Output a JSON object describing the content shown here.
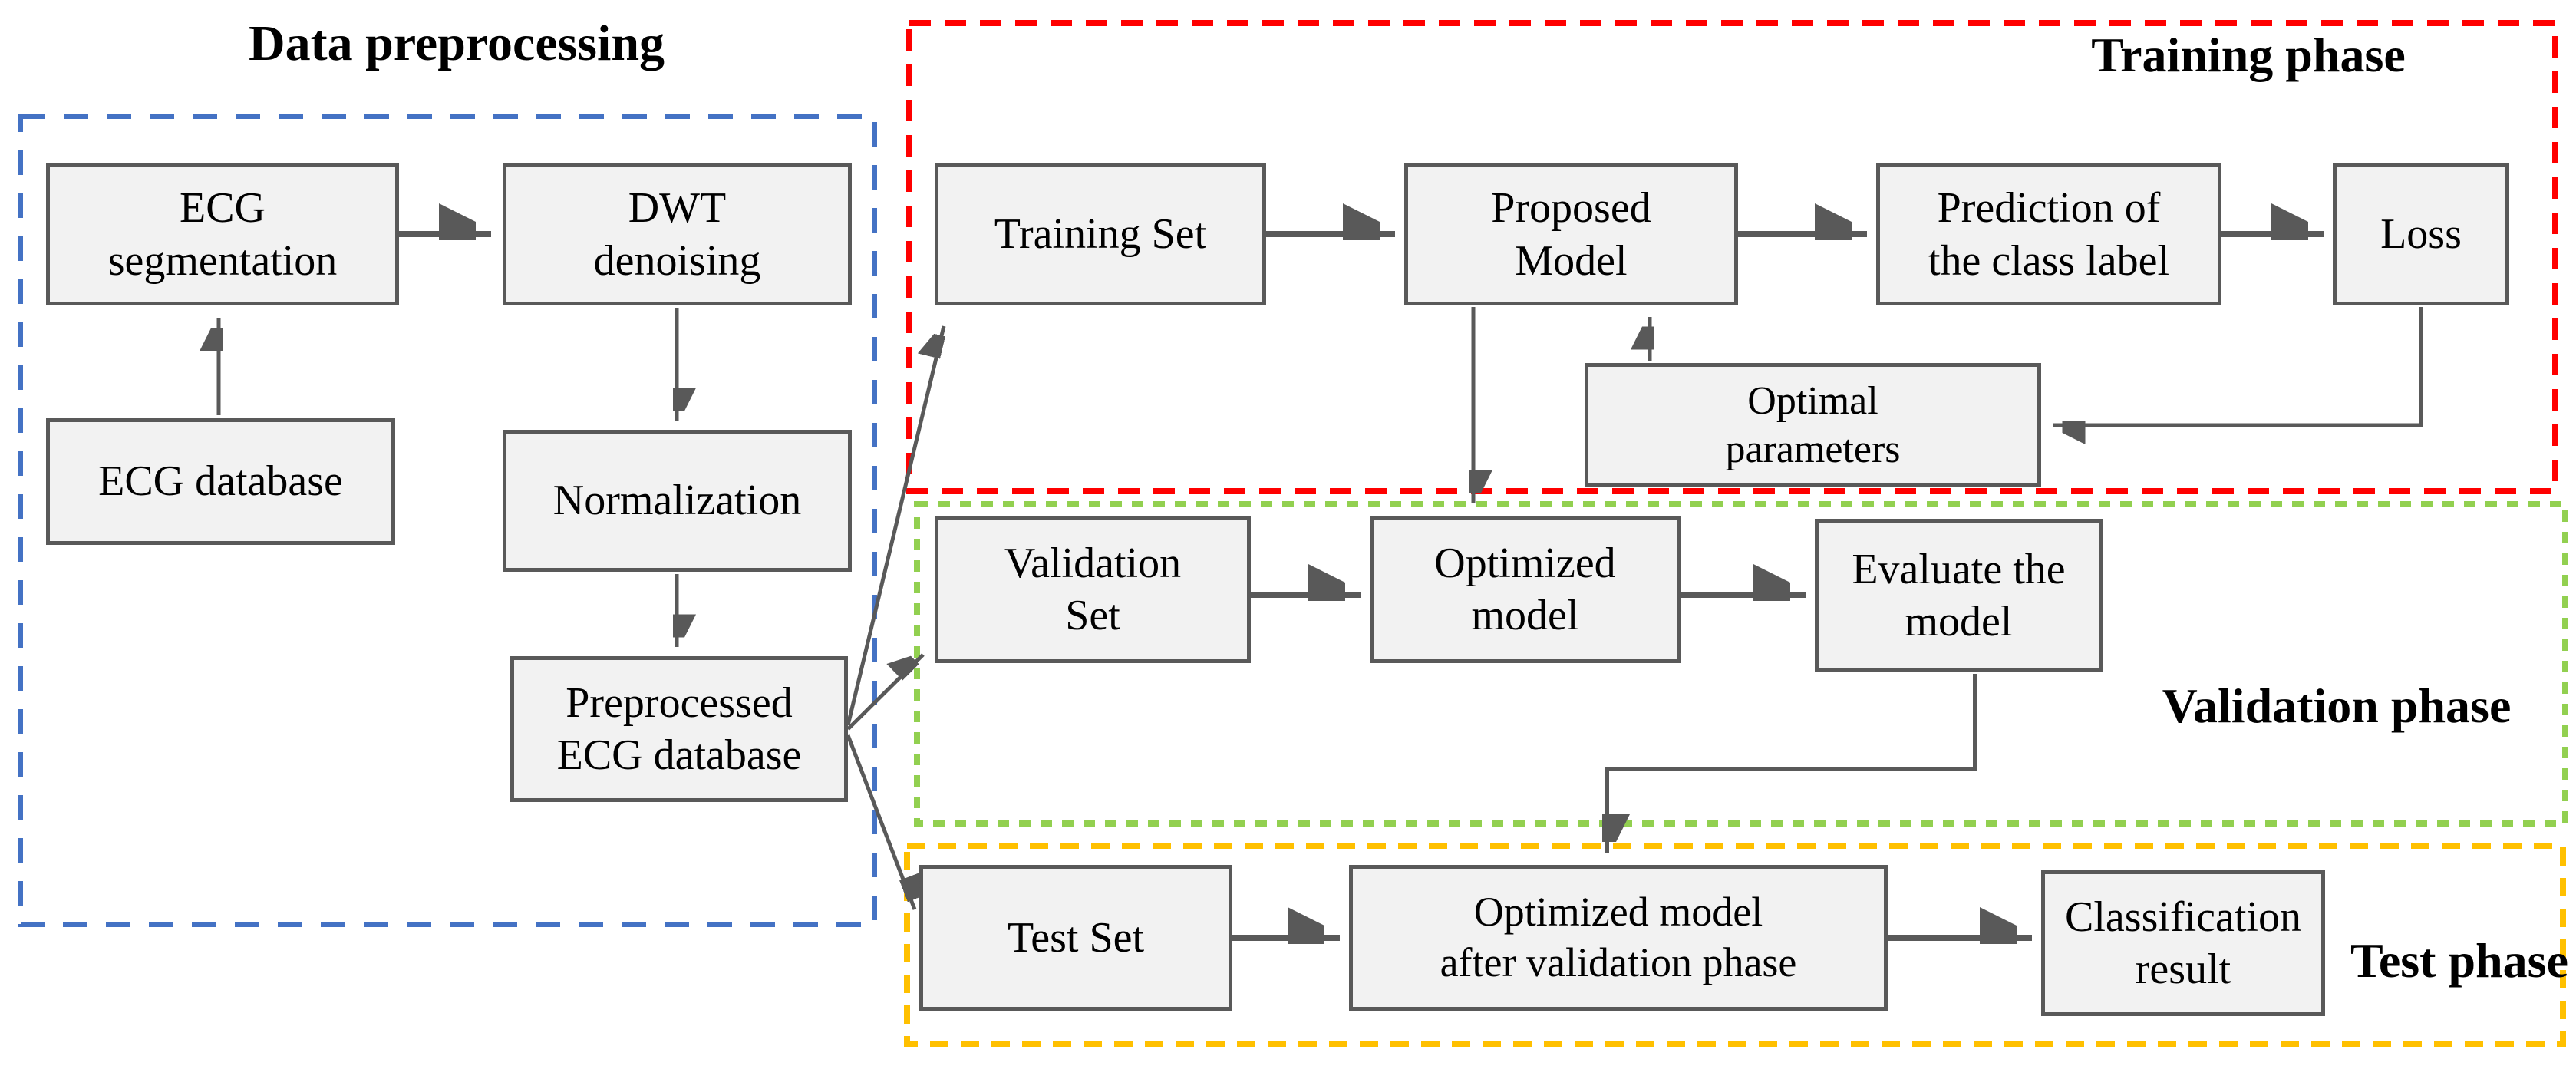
{
  "diagram": {
    "title": "Data preprocessing",
    "groups": [
      {
        "id": "preprocessing",
        "label": "Data preprocessing",
        "border_color": "#4472c4",
        "style": "dashed"
      },
      {
        "id": "training",
        "label": "Training phase",
        "border_color": "#ff0000",
        "style": "dashed"
      },
      {
        "id": "validation",
        "label": "Validation phase",
        "border_color": "#92d050",
        "style": "dashed"
      },
      {
        "id": "test",
        "label": "Test phase",
        "border_color": "#ffc000",
        "style": "dashed"
      }
    ],
    "node_fill": "#f2f2f2",
    "node_border_color": "#595959",
    "arrow_color": "#595959",
    "text_color": "#000000",
    "nodes": [
      {
        "id": "ecg-segmentation",
        "group": "preprocessing",
        "label": "ECG segmentation",
        "lines": [
          "ECG",
          "segmentation"
        ]
      },
      {
        "id": "dwt-denoising",
        "group": "preprocessing",
        "label": "DWT denoising",
        "lines": [
          "DWT",
          "denoising"
        ]
      },
      {
        "id": "ecg-database",
        "group": "preprocessing",
        "label": "ECG database",
        "lines": [
          "ECG database"
        ]
      },
      {
        "id": "normalization",
        "group": "preprocessing",
        "label": "Normalization",
        "lines": [
          "Normalization"
        ]
      },
      {
        "id": "preprocessed-ecg-database",
        "group": "preprocessing",
        "label": "Preprocessed ECG database",
        "lines": [
          "Preprocessed",
          "ECG database"
        ]
      },
      {
        "id": "training-set",
        "group": "training",
        "label": "Training Set",
        "lines": [
          "Training Set"
        ]
      },
      {
        "id": "proposed-model",
        "group": "training",
        "label": "Proposed Model",
        "lines": [
          "Proposed",
          "Model"
        ]
      },
      {
        "id": "prediction-class-label",
        "group": "training",
        "label": "Prediction of the class label",
        "lines": [
          "Prediction of",
          "the class label"
        ]
      },
      {
        "id": "loss",
        "group": "training",
        "label": "Loss",
        "lines": [
          "Loss"
        ]
      },
      {
        "id": "optimal-parameters",
        "group": "training",
        "label": "Optimal parameters",
        "lines": [
          "Optimal",
          "parameters"
        ]
      },
      {
        "id": "validation-set",
        "group": "validation",
        "label": "Validation Set",
        "lines": [
          "Validation",
          "Set"
        ]
      },
      {
        "id": "optimized-model",
        "group": "validation",
        "label": "Optimized model",
        "lines": [
          "Optimized",
          "model"
        ]
      },
      {
        "id": "evaluate-the-model",
        "group": "validation",
        "label": "Evaluate the model",
        "lines": [
          "Evaluate the",
          "model"
        ]
      },
      {
        "id": "test-set",
        "group": "test",
        "label": "Test Set",
        "lines": [
          "Test Set"
        ]
      },
      {
        "id": "optimized-model-after-validation",
        "group": "test",
        "label": "Optimized model after validation phase",
        "lines": [
          "Optimized model",
          "after validation phase"
        ]
      },
      {
        "id": "classification-result",
        "group": "test",
        "label": "Classification result",
        "lines": [
          "Classification",
          "result"
        ]
      }
    ],
    "edges": [
      {
        "from": "ecg-segmentation",
        "to": "dwt-denoising"
      },
      {
        "from": "ecg-database",
        "to": "ecg-segmentation"
      },
      {
        "from": "dwt-denoising",
        "to": "normalization"
      },
      {
        "from": "normalization",
        "to": "preprocessed-ecg-database"
      },
      {
        "from": "preprocessed-ecg-database",
        "to": "training-set"
      },
      {
        "from": "preprocessed-ecg-database",
        "to": "validation-set"
      },
      {
        "from": "preprocessed-ecg-database",
        "to": "test-set"
      },
      {
        "from": "training-set",
        "to": "proposed-model"
      },
      {
        "from": "proposed-model",
        "to": "prediction-class-label"
      },
      {
        "from": "prediction-class-label",
        "to": "loss"
      },
      {
        "from": "loss",
        "to": "optimal-parameters"
      },
      {
        "from": "optimal-parameters",
        "to": "proposed-model"
      },
      {
        "from": "proposed-model",
        "to": "optimized-model"
      },
      {
        "from": "validation-set",
        "to": "optimized-model"
      },
      {
        "from": "optimized-model",
        "to": "evaluate-the-model"
      },
      {
        "from": "evaluate-the-model",
        "to": "optimized-model-after-validation"
      },
      {
        "from": "test-set",
        "to": "optimized-model-after-validation"
      },
      {
        "from": "optimized-model-after-validation",
        "to": "classification-result"
      }
    ]
  }
}
